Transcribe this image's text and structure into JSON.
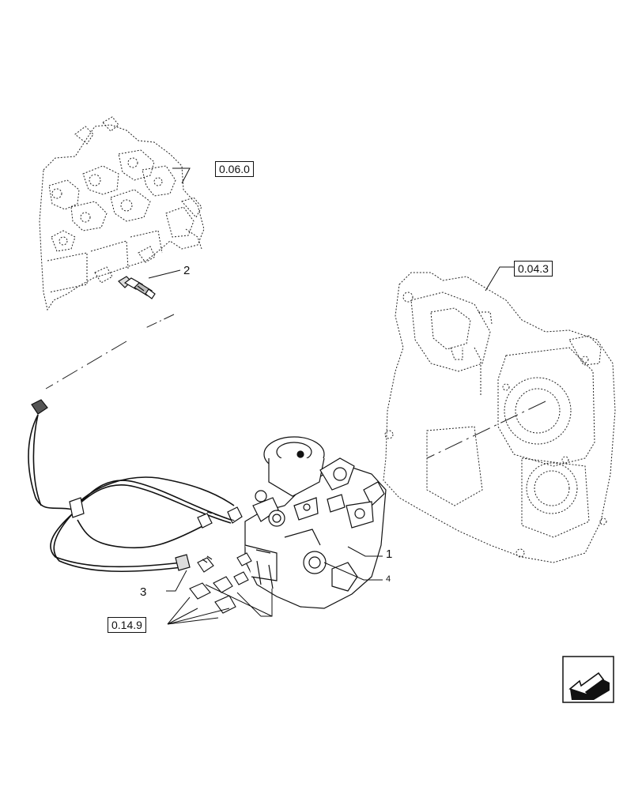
{
  "references": {
    "cylinder_head": "0.06.0",
    "timing_cover": "0.04.3",
    "fittings": "0.14.9"
  },
  "callouts": {
    "pump": "1",
    "sensor": "2",
    "harness_connector": "3",
    "valve": "4"
  },
  "nav_icon": "arrow-back-icon"
}
